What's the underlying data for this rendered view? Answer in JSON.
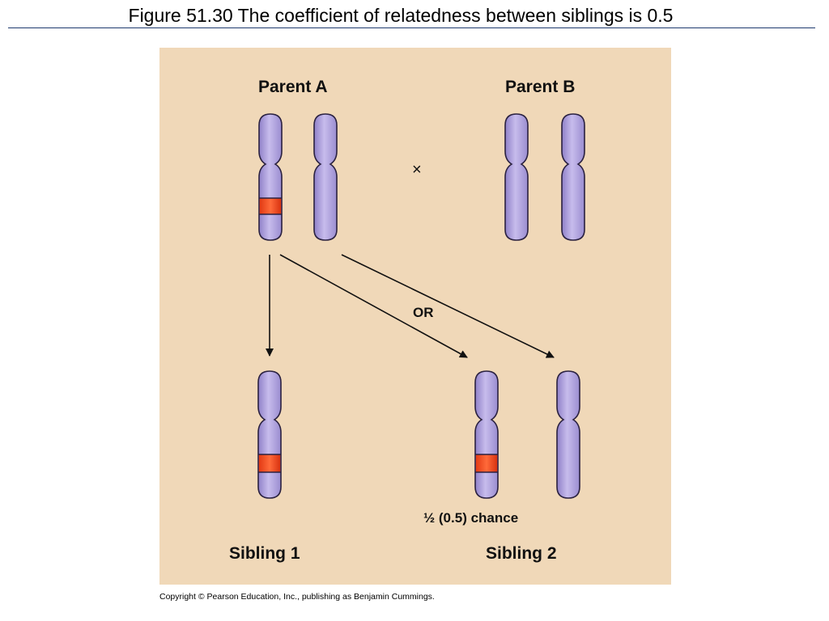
{
  "slide": {
    "title": "Figure 51.30  The coefficient of relatedness between siblings is 0.5",
    "copyright": "Copyright © Pearson Education, Inc., publishing as Benjamin Cummings."
  },
  "diagram": {
    "parent_a_label": "Parent A",
    "parent_b_label": "Parent B",
    "cross_symbol": "×",
    "or_label": "OR",
    "chance_label": "½ (0.5) chance",
    "sibling_1_label": "Sibling 1",
    "sibling_2_label": "Sibling 2"
  },
  "colors": {
    "panel_background": "#f0d8b8",
    "chromosome_fill": "#b3a6de",
    "chromosome_outline": "#2a2140",
    "marked_gene": "#e8401c",
    "arrow": "#111111"
  }
}
